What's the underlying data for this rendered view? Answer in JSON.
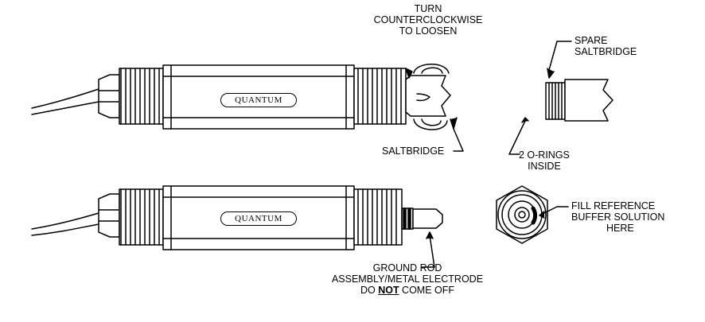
{
  "brand_name": "QUANTUM",
  "labels": {
    "turn": [
      "TURN",
      "COUNTERCLOCKWISE",
      "TO LOOSEN"
    ],
    "spare": [
      "SPARE",
      "SALTBRIDGE"
    ],
    "saltbridge": "SALTBRIDGE",
    "orings": [
      "2 O-RINGS",
      "INSIDE"
    ],
    "fill": [
      "FILL REFERENCE",
      "BUFFER SOLUTION",
      "HERE"
    ],
    "ground": [
      "GROUND ROD",
      "ASSEMBLY/METAL ELECTRODE"
    ],
    "ground_line3_pre": "DO ",
    "ground_line3_emph": "NOT",
    "ground_line3_post": " COME OFF"
  },
  "colors": {
    "ink": "#000000",
    "paper": "#ffffff"
  }
}
